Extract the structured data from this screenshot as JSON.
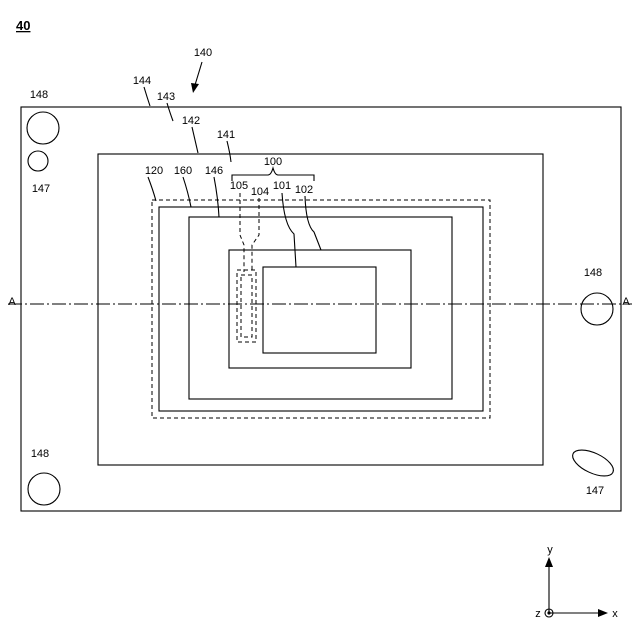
{
  "figure": {
    "number": "40",
    "labels": {
      "l140": "140",
      "l144": "144",
      "l143": "143",
      "l142": "142",
      "l141": "141",
      "l100": "100",
      "l120": "120",
      "l160": "160",
      "l146": "146",
      "l105": "105",
      "l104": "104",
      "l101": "101",
      "l102": "102",
      "l148_tl": "148",
      "l147_tl": "147",
      "l148_r": "148",
      "l148_bl": "148",
      "l147_br": "147"
    },
    "section_line": {
      "left": "A",
      "right": "A"
    },
    "axes": {
      "x": "x",
      "y": "y",
      "z": "z"
    }
  },
  "colors": {
    "ink": "#000000",
    "background": "#ffffff"
  }
}
